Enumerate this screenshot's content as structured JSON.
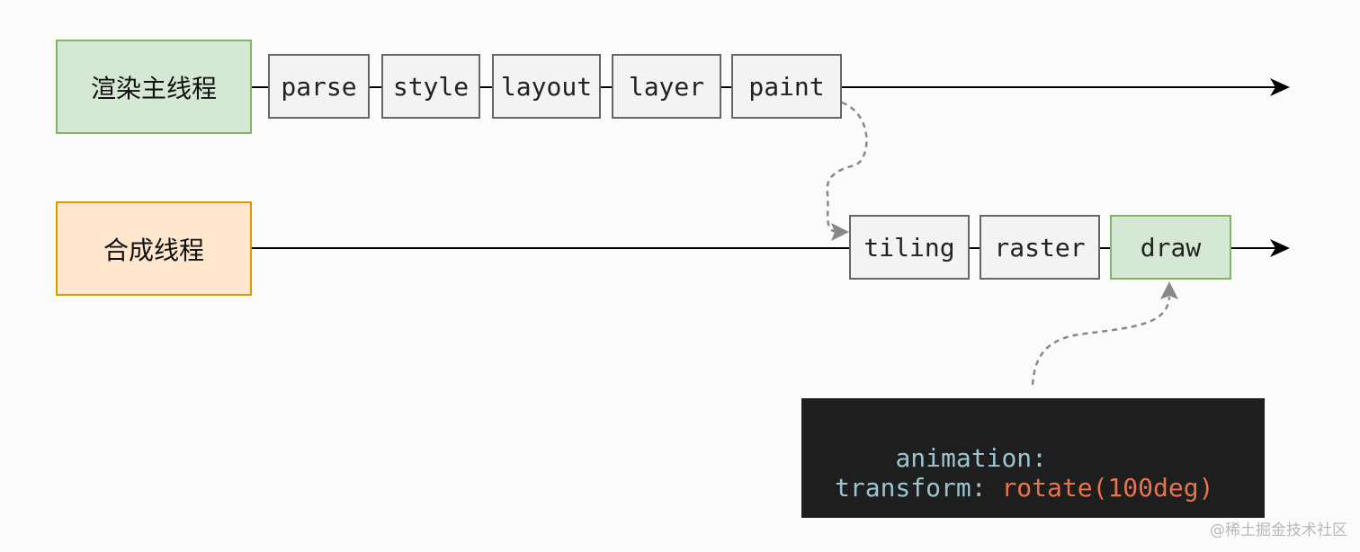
{
  "threads": {
    "main": "渲染主线程",
    "compositor": "合成线程"
  },
  "main_steps": [
    "parse",
    "style",
    "layout",
    "layer",
    "paint"
  ],
  "compositor_steps": [
    "tiling",
    "raster",
    "draw"
  ],
  "code": {
    "line1_key": "animation:",
    "line2_key": "transform:",
    "line2_value": "rotate(100deg)"
  },
  "watermark": "@稀土掘金技术社区",
  "colors": {
    "main_thread_fill": "#d5e8d4",
    "main_thread_stroke": "#82b366",
    "compositor_thread_fill": "#ffe6cc",
    "compositor_thread_stroke": "#d79b00",
    "step_fill": "#f3f3f3",
    "highlight_fill": "#d5e8d4",
    "code_background": "#1e1e1e"
  }
}
